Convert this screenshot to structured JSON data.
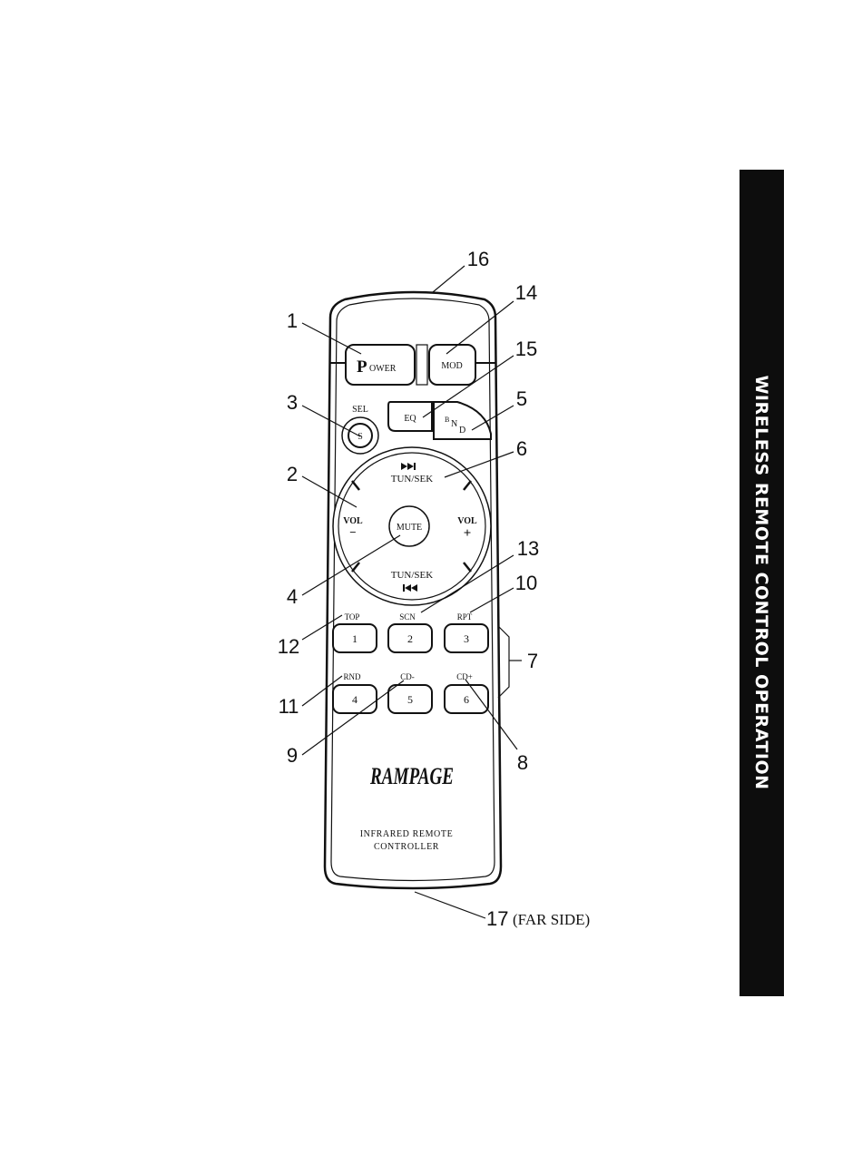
{
  "side_tab": {
    "title": "WIRELESS REMOTE CONTROL OPERATION"
  },
  "remote": {
    "power": {
      "big": "P",
      "rest": "OWER"
    },
    "mod": "MOD",
    "sel": "SEL",
    "s": "S",
    "eq": "EQ",
    "bnd": {
      "b": "B",
      "n": "N",
      "d": "D"
    },
    "tun_sek_top": "TUN/SEK",
    "tun_sek_bottom": "TUN/SEK",
    "vol_minus": {
      "label": "VOL",
      "sign": "−"
    },
    "vol_plus": {
      "label": "VOL",
      "sign": "+"
    },
    "mute": "MUTE",
    "presets": [
      {
        "key": "1",
        "label": "TOP"
      },
      {
        "key": "2",
        "label": "SCN"
      },
      {
        "key": "3",
        "label": "RPT"
      },
      {
        "key": "4",
        "label": "RND"
      },
      {
        "key": "5",
        "label": "CD-"
      },
      {
        "key": "6",
        "label": "CD+"
      }
    ],
    "brand": "RAMPAGE",
    "caption_line1": "INFRARED REMOTE",
    "caption_line2": "CONTROLLER"
  },
  "callouts": {
    "c1": "1",
    "c2": "2",
    "c3": "3",
    "c4": "4",
    "c5": "5",
    "c6": "6",
    "c7": "7",
    "c8": "8",
    "c9": "9",
    "c10": "10",
    "c11": "11",
    "c12": "12",
    "c13": "13",
    "c14": "14",
    "c15": "15",
    "c16": "16",
    "c17": "17",
    "c17_note": "(FAR SIDE)"
  }
}
